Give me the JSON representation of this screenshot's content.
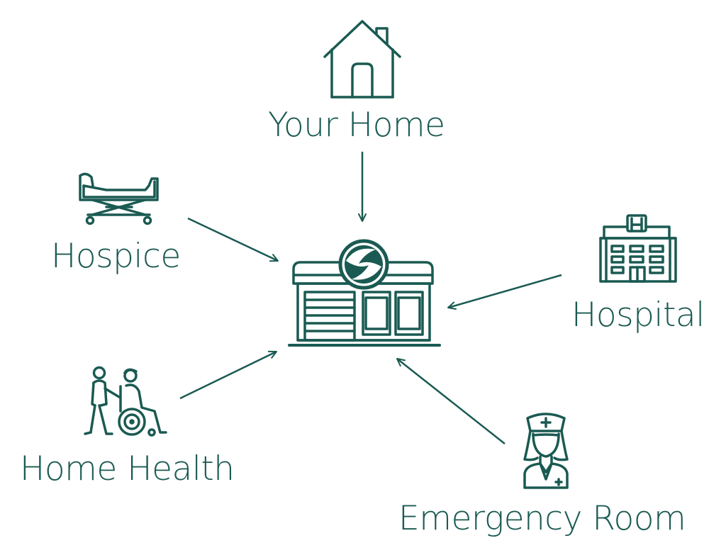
{
  "colors": {
    "primary": "#1a5a52",
    "background": "#ffffff"
  },
  "center": {
    "name": "clinic-building-icon"
  },
  "nodes": [
    {
      "id": "home",
      "label": "Your Home",
      "icon": "house-icon"
    },
    {
      "id": "hospice",
      "label": "Hospice",
      "icon": "hospital-bed-icon"
    },
    {
      "id": "hospital",
      "label": "Hospital",
      "icon": "hospital-building-icon"
    },
    {
      "id": "home_health",
      "label": "Home Health",
      "icon": "wheelchair-caregiver-icon"
    },
    {
      "id": "er",
      "label": "Emergency Room",
      "icon": "nurse-icon"
    }
  ]
}
